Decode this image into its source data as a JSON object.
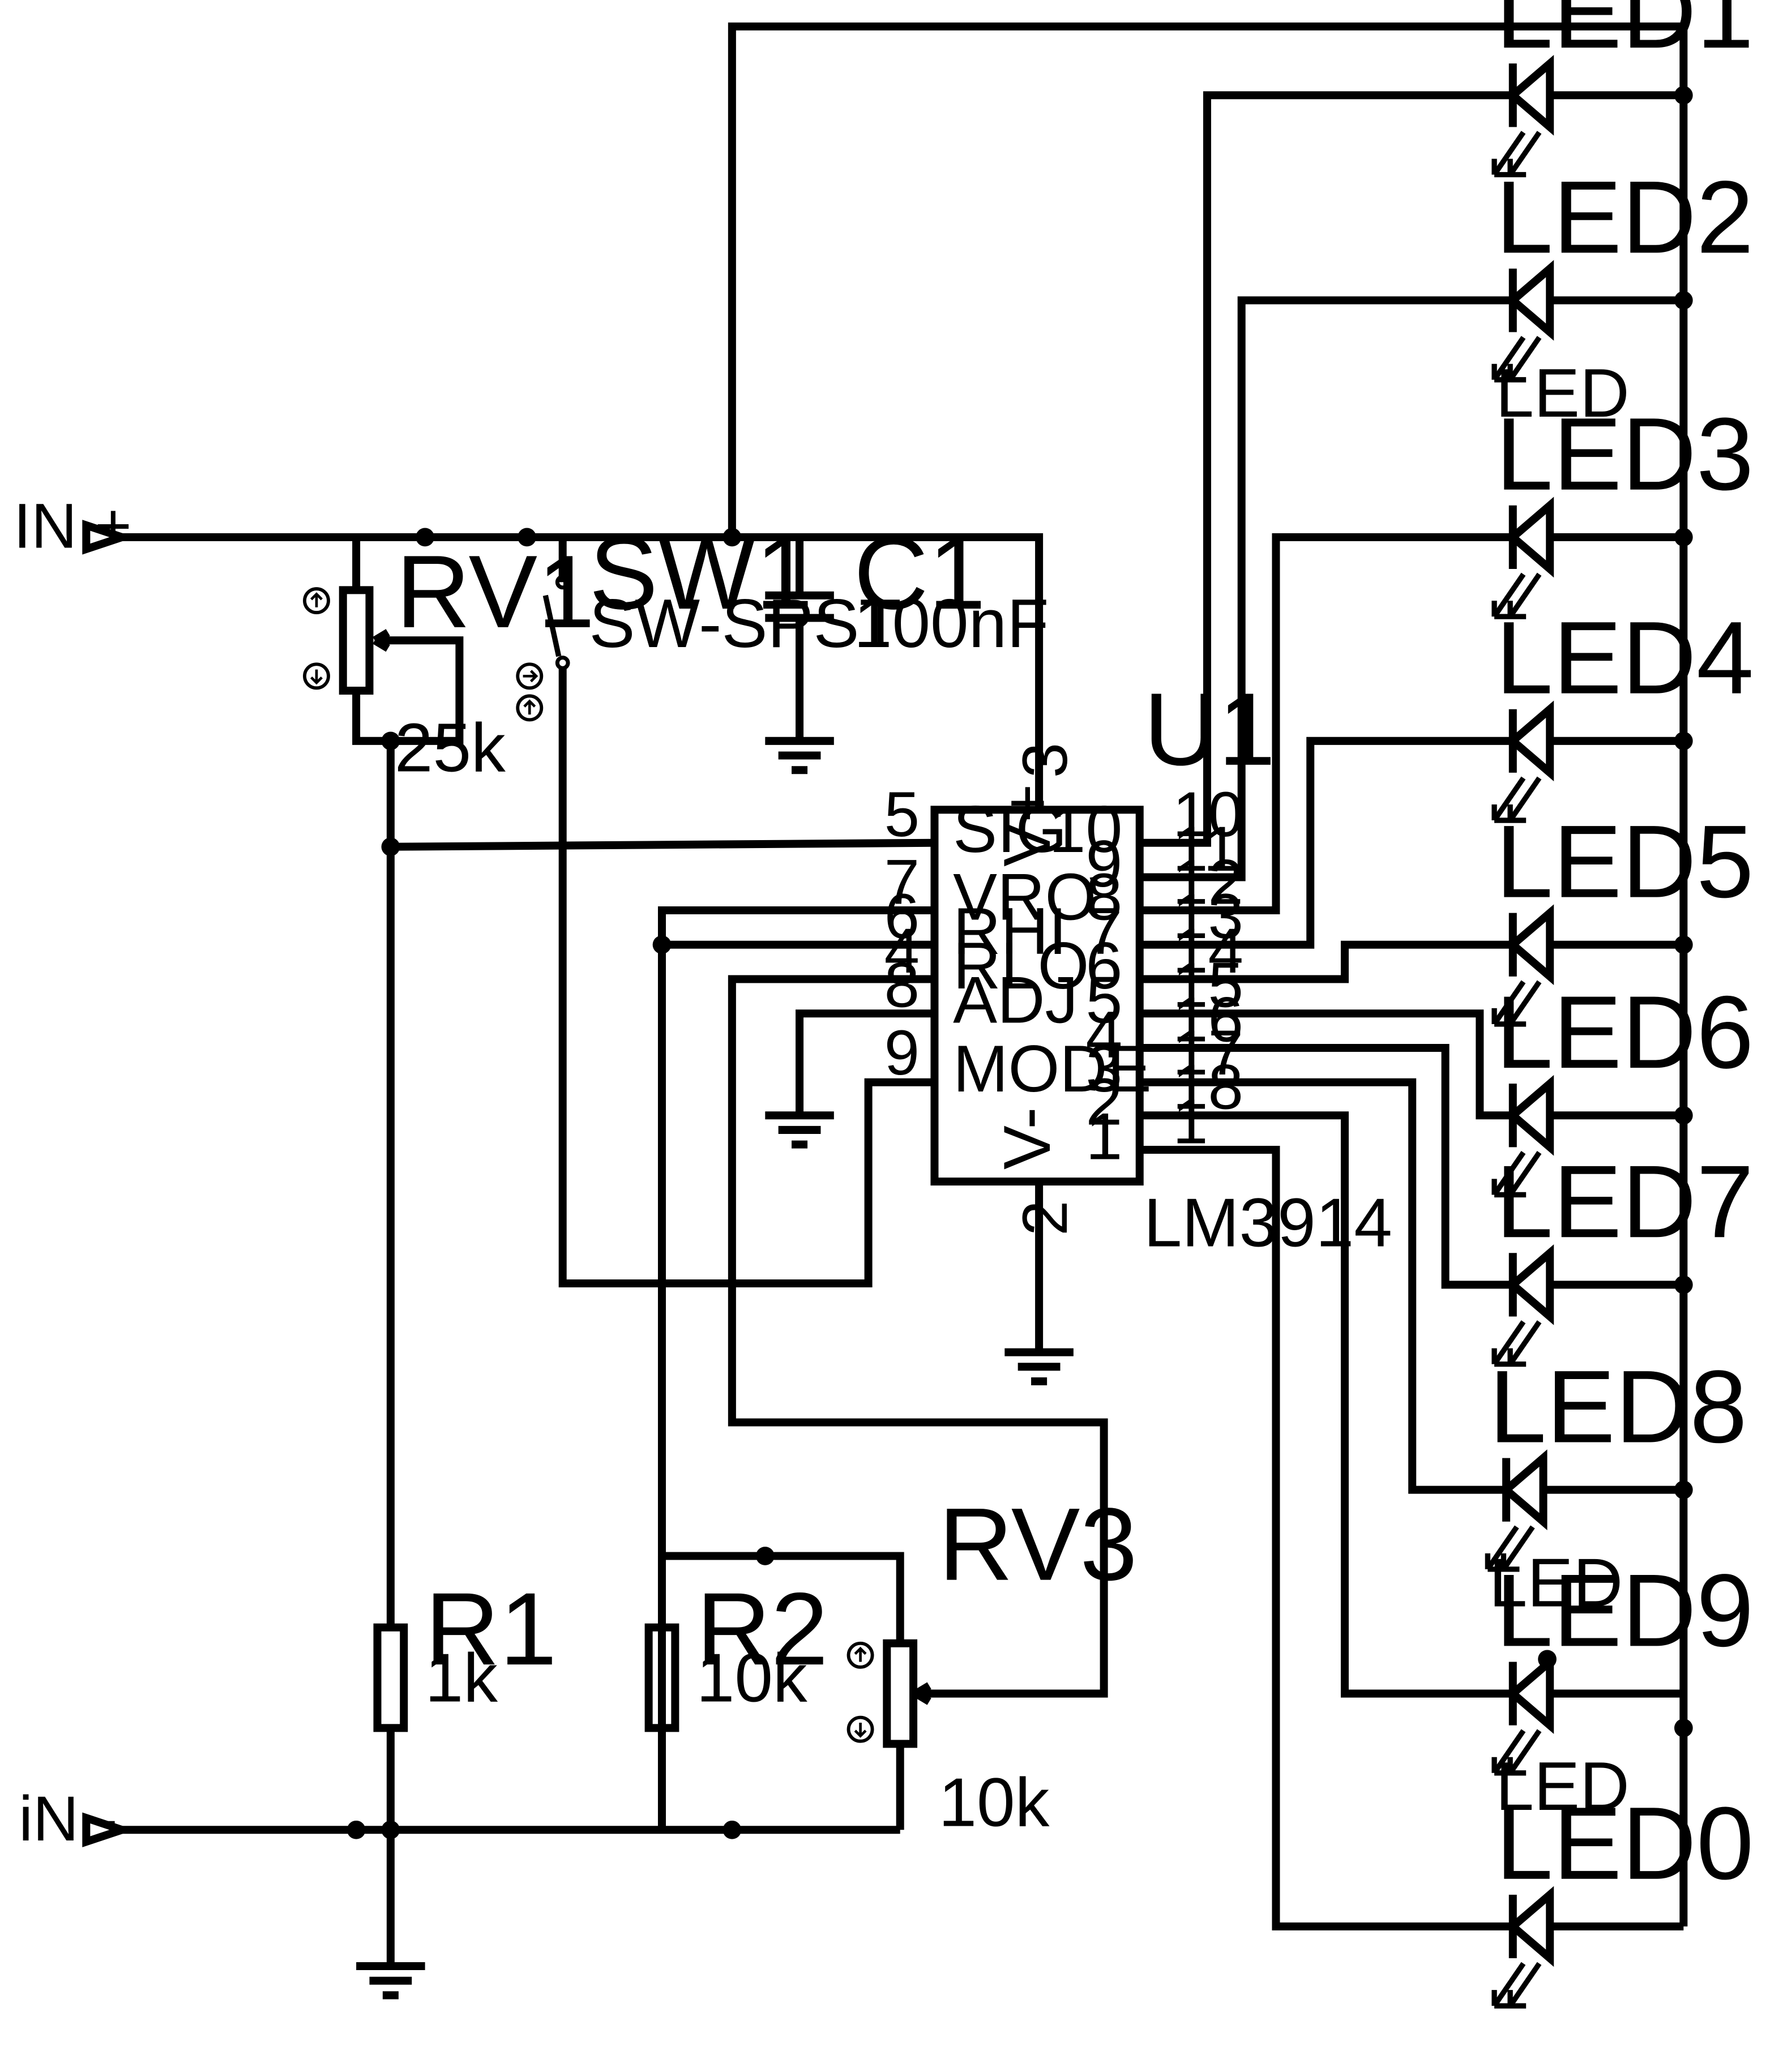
{
  "ports": {
    "in_plus": "IN +",
    "in_minus": "iN -"
  },
  "rv1": {
    "ref": "RV1",
    "value": "25k"
  },
  "sw1": {
    "ref": "SW1",
    "value": "SW-SPST"
  },
  "c1": {
    "ref": "C1",
    "value": "100nF"
  },
  "u1": {
    "ref": "U1",
    "value": "LM3914",
    "left_pins": [
      {
        "name": "SIG",
        "num": "5"
      },
      {
        "name": "VRO",
        "num": "7"
      },
      {
        "name": "RHI",
        "num": "6"
      },
      {
        "name": "RLO",
        "num": "4"
      },
      {
        "name": "ADJ",
        "num": "8"
      },
      {
        "name": "MODE",
        "num": "9"
      }
    ],
    "right_pins": [
      {
        "name": "10",
        "num": "10"
      },
      {
        "name": "9",
        "num": "11"
      },
      {
        "name": "8",
        "num": "12"
      },
      {
        "name": "7",
        "num": "13"
      },
      {
        "name": "6",
        "num": "14"
      },
      {
        "name": "5",
        "num": "15"
      },
      {
        "name": "4",
        "num": "16"
      },
      {
        "name": "3",
        "num": "17"
      },
      {
        "name": "2",
        "num": "18"
      },
      {
        "name": "1",
        "num": "1"
      }
    ],
    "vplus": {
      "name": "V+",
      "num": "3"
    },
    "vminus": {
      "name": "V-",
      "num": "2"
    }
  },
  "r1": {
    "ref": "R1",
    "value": "1k"
  },
  "r2": {
    "ref": "R2",
    "value": "10k"
  },
  "rv3": {
    "ref": "RV3",
    "value": "10k"
  },
  "leds": [
    {
      "ref": "LED1"
    },
    {
      "ref": "LED2",
      "value": "LED"
    },
    {
      "ref": "LED3"
    },
    {
      "ref": "LED4"
    },
    {
      "ref": "LED5"
    },
    {
      "ref": "LED6"
    },
    {
      "ref": "LED7"
    },
    {
      "ref": "LED8",
      "value": "LED"
    },
    {
      "ref": "LED9",
      "value": "LED"
    },
    {
      "ref": "LED0"
    }
  ]
}
